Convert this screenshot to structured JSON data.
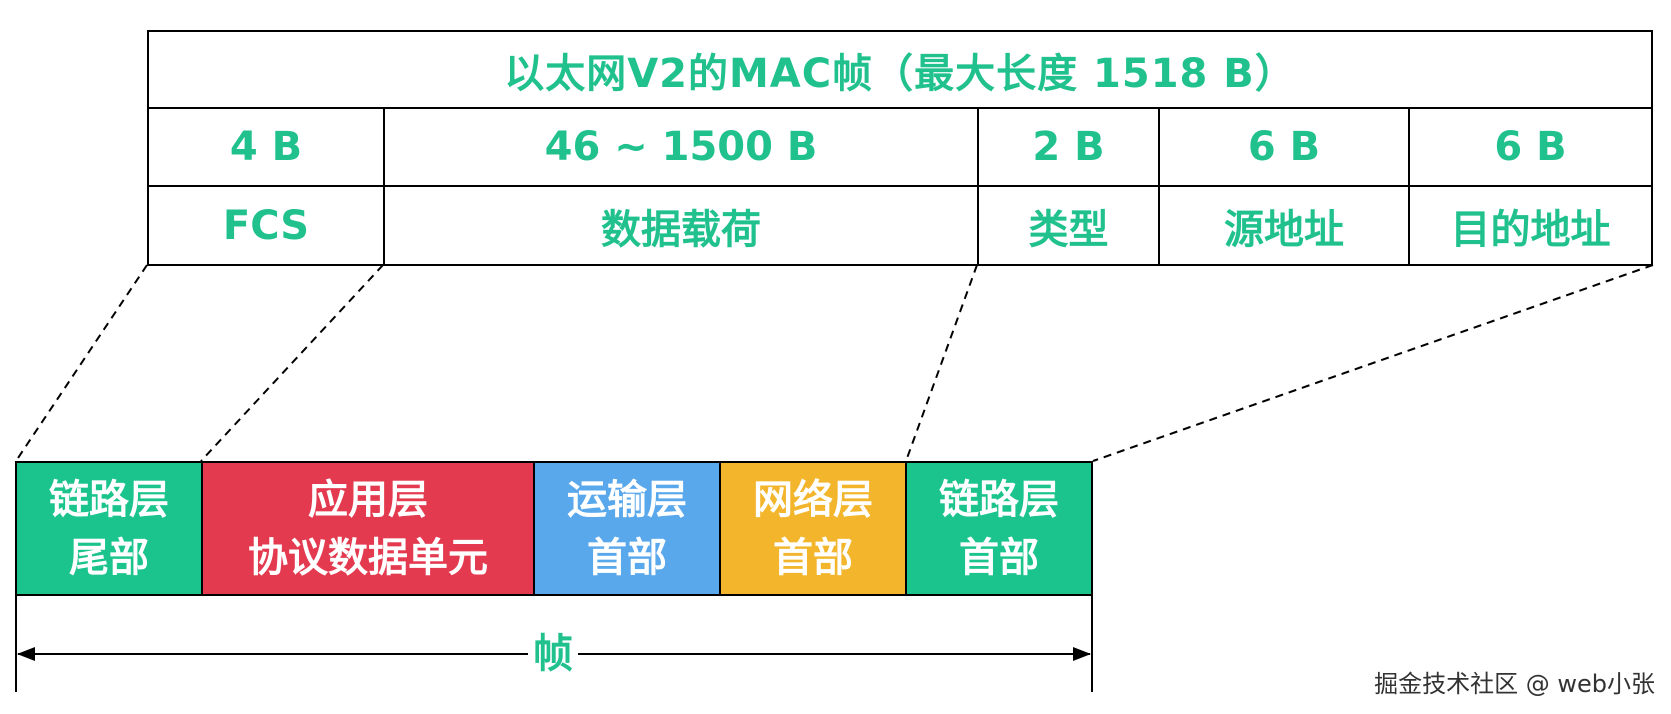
{
  "mac_frame": {
    "title": "以太网V2的MAC帧（最大长度 1518 B）",
    "fields": [
      {
        "size": "4 B",
        "name": "FCS"
      },
      {
        "size": "46 ~ 1500 B",
        "name": "数据载荷"
      },
      {
        "size": "2 B",
        "name": "类型"
      },
      {
        "size": "6 B",
        "name": "源地址"
      },
      {
        "size": "6 B",
        "name": "目的地址"
      }
    ]
  },
  "layers": [
    {
      "line1": "链路层",
      "line2": "尾部",
      "color": "#1cc48d"
    },
    {
      "line1": "应用层",
      "line2": "协议数据单元",
      "color": "#e43a4f"
    },
    {
      "line1": "运输层",
      "line2": "首部",
      "color": "#5aa8ec"
    },
    {
      "line1": "网络层",
      "line2": "首部",
      "color": "#f2b52c"
    },
    {
      "line1": "链路层",
      "line2": "首部",
      "color": "#1cc48d"
    }
  ],
  "frame_label": "帧",
  "watermark": "掘金技术社区 @ web小张",
  "accent_color": "#21c18d"
}
